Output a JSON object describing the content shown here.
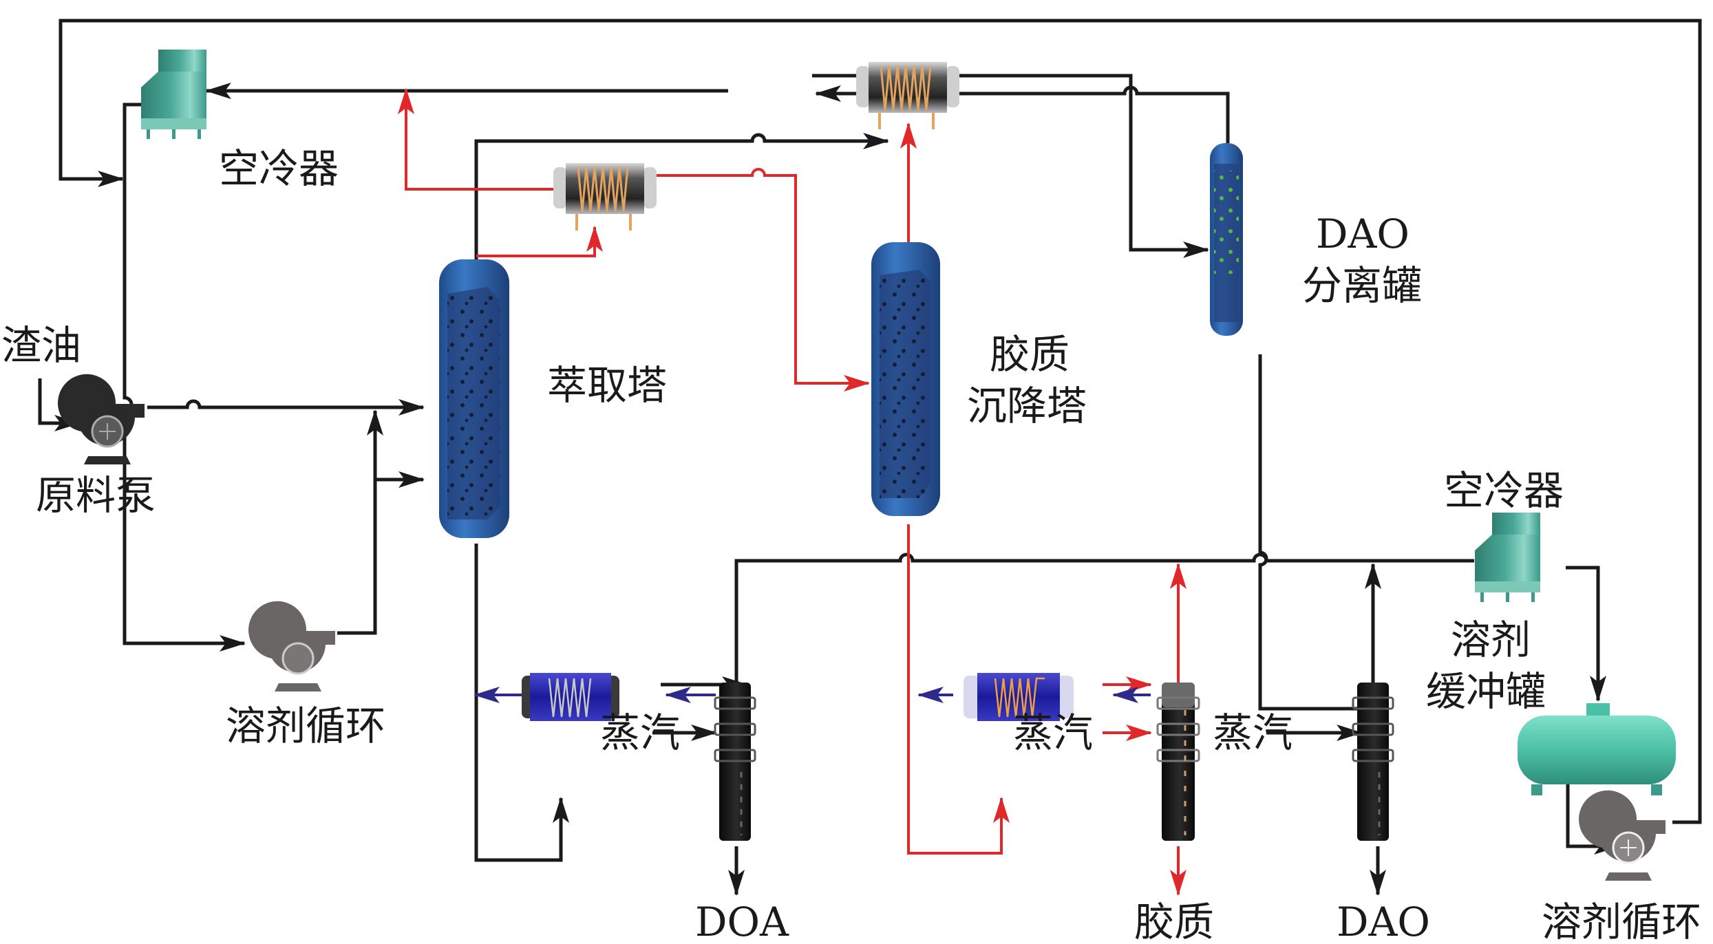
{
  "colors": {
    "line_black": "#1a1a1a",
    "line_red": "#e0282a",
    "line_blue": "#2e2a8a",
    "column_blue": "#2f63a8",
    "cooler_teal": "#3c9a8a",
    "tank_teal": "#4cc0a6",
    "pump_dark": "#2a2a2a",
    "pump_grey": "#6b6666",
    "stripper_black": "#141414"
  },
  "labels": {
    "air_cooler_top": "空冷器",
    "residue_oil": "渣油",
    "feed_pump": "原料泵",
    "solvent_recycle_left": "溶剂循环",
    "extraction_tower": "萃取塔",
    "resin_line1": "胶质",
    "resin_line2": "沉降塔",
    "dao_line1": "DAO",
    "dao_line2": "分离罐",
    "air_cooler_right": "空冷器",
    "buffer_line1": "溶剂",
    "buffer_line2": "缓冲罐",
    "steam_1": "蒸汽",
    "steam_2": "蒸汽",
    "steam_3": "蒸汽",
    "product_doa": "DOA",
    "product_resin": "胶质",
    "product_dao": "DAO",
    "solvent_recycle_right": "溶剂循环"
  },
  "equipment": [
    {
      "id": "air-cooler-top",
      "type": "air-cooler-icon"
    },
    {
      "id": "air-cooler-right",
      "type": "air-cooler-icon"
    },
    {
      "id": "feed-pump",
      "type": "pump-icon"
    },
    {
      "id": "solvent-pump-left",
      "type": "pump-icon"
    },
    {
      "id": "solvent-pump-right",
      "type": "pump-icon"
    },
    {
      "id": "extraction-tower",
      "type": "column-icon"
    },
    {
      "id": "resin-settler",
      "type": "column-icon"
    },
    {
      "id": "dao-separator",
      "type": "column-icon"
    },
    {
      "id": "heat-exchanger-top",
      "type": "heat-exchanger-icon"
    },
    {
      "id": "heat-exchanger-mid",
      "type": "heat-exchanger-icon"
    },
    {
      "id": "heater-doa",
      "type": "heat-exchanger-icon"
    },
    {
      "id": "heater-resin",
      "type": "heat-exchanger-icon"
    },
    {
      "id": "stripper-doa",
      "type": "stripper-icon"
    },
    {
      "id": "stripper-resin",
      "type": "stripper-icon"
    },
    {
      "id": "stripper-dao",
      "type": "stripper-icon"
    },
    {
      "id": "solvent-buffer-tank",
      "type": "horizontal-tank-icon"
    }
  ]
}
